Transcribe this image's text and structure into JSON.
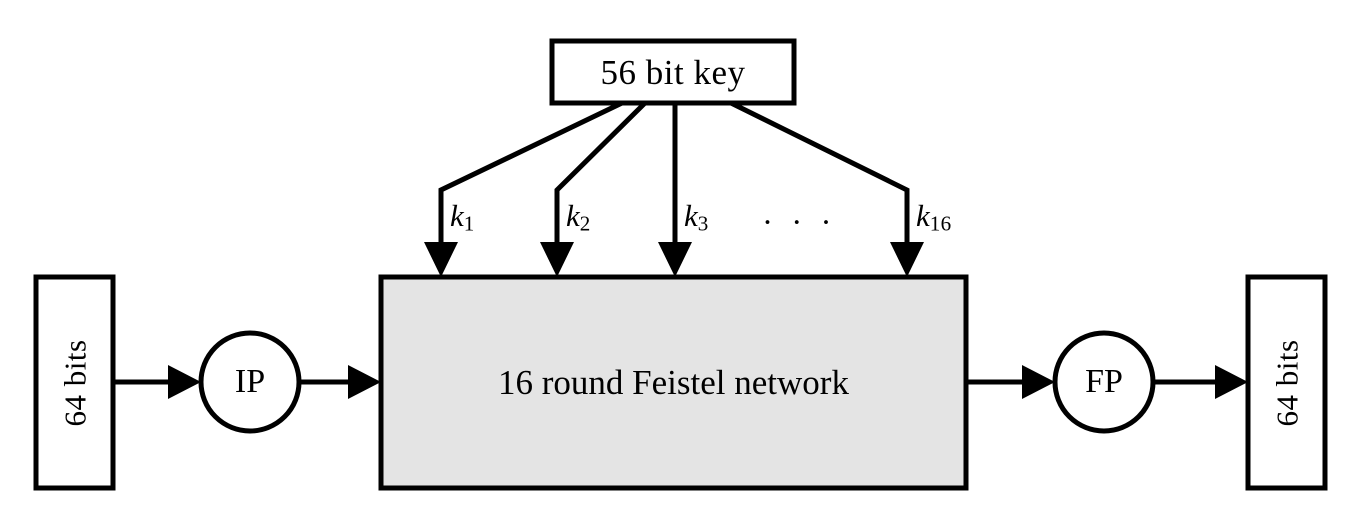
{
  "diagram": {
    "title": "DES block diagram",
    "type": "block-diagram",
    "colors": {
      "stroke": "#000000",
      "background": "#ffffff",
      "network_fill": "#e4e4e4",
      "node_fill": "#ffffff"
    },
    "key_box": {
      "label": "56  bit key"
    },
    "input_block": {
      "label": "64 bits",
      "orientation": "vertical-bottom-to-top"
    },
    "output_block": {
      "label": "64 bits",
      "orientation": "vertical-bottom-to-top"
    },
    "initial_permutation": {
      "label": "IP"
    },
    "final_permutation": {
      "label": "FP"
    },
    "network": {
      "label": "16 round Feistel network"
    },
    "round_keys": [
      {
        "name": "k1",
        "base": "k",
        "sub": "1"
      },
      {
        "name": "k2",
        "base": "k",
        "sub": "2"
      },
      {
        "name": "k3",
        "base": "k",
        "sub": "3"
      },
      {
        "name": "k16",
        "base": "k",
        "sub": "16"
      }
    ],
    "ellipsis": "· · ·"
  }
}
